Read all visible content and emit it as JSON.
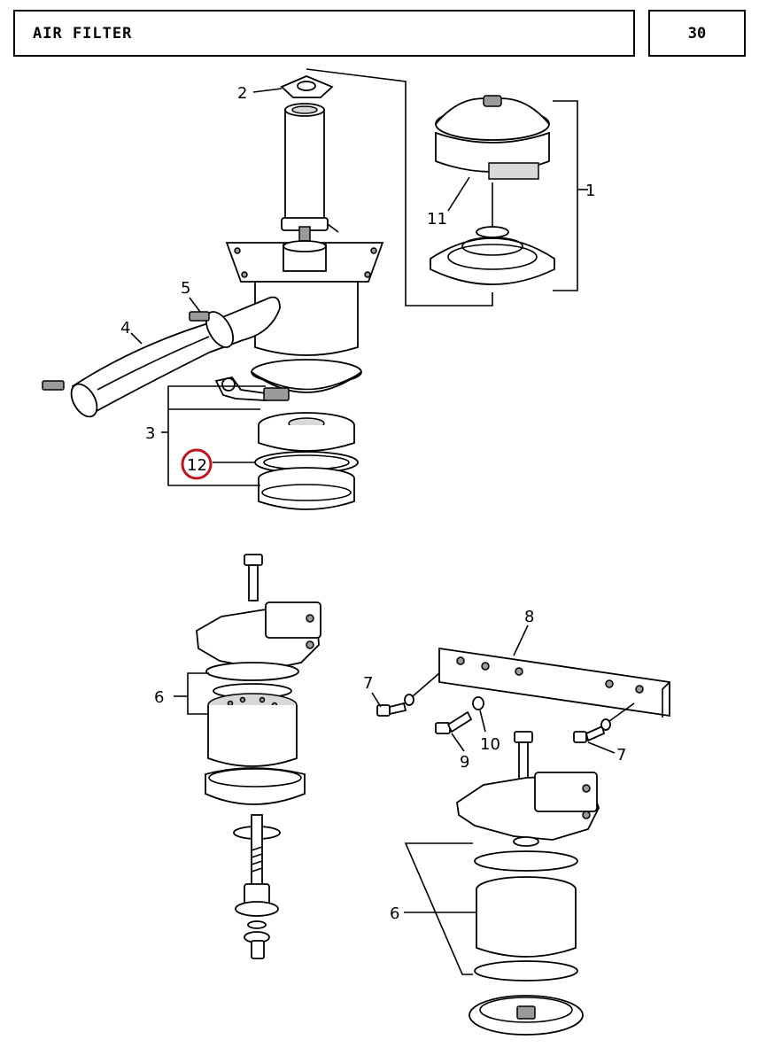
{
  "header": {
    "title": "AIR FILTER",
    "page_number": "30"
  },
  "callouts": {
    "c1": "1",
    "c2": "2",
    "c3": "3",
    "c4": "4",
    "c5": "5",
    "c6a": "6",
    "c6b": "6",
    "c7a": "7",
    "c7b": "7",
    "c8": "8",
    "c9": "9",
    "c10": "10",
    "c11": "11",
    "c12": "12"
  },
  "highlight_color": "#c0141e"
}
